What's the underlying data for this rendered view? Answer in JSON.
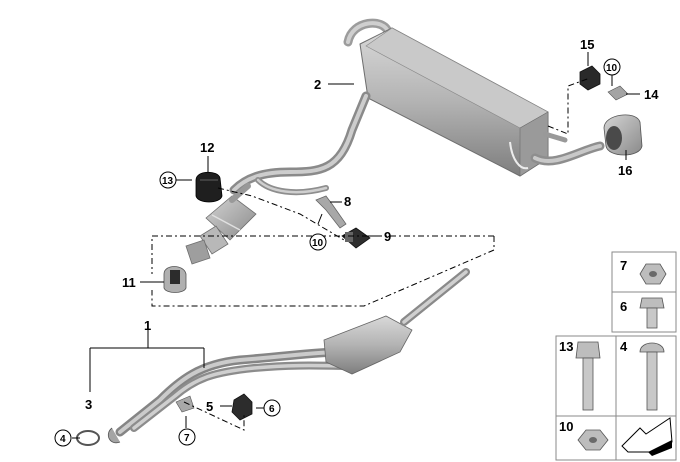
{
  "callouts": [
    "1",
    "2",
    "3",
    "4",
    "5",
    "6",
    "7",
    "8",
    "9",
    "10",
    "10",
    "11",
    "12",
    "13",
    "14",
    "15",
    "16"
  ],
  "parts_table": [
    "7",
    "6",
    "13",
    "4",
    "10"
  ]
}
